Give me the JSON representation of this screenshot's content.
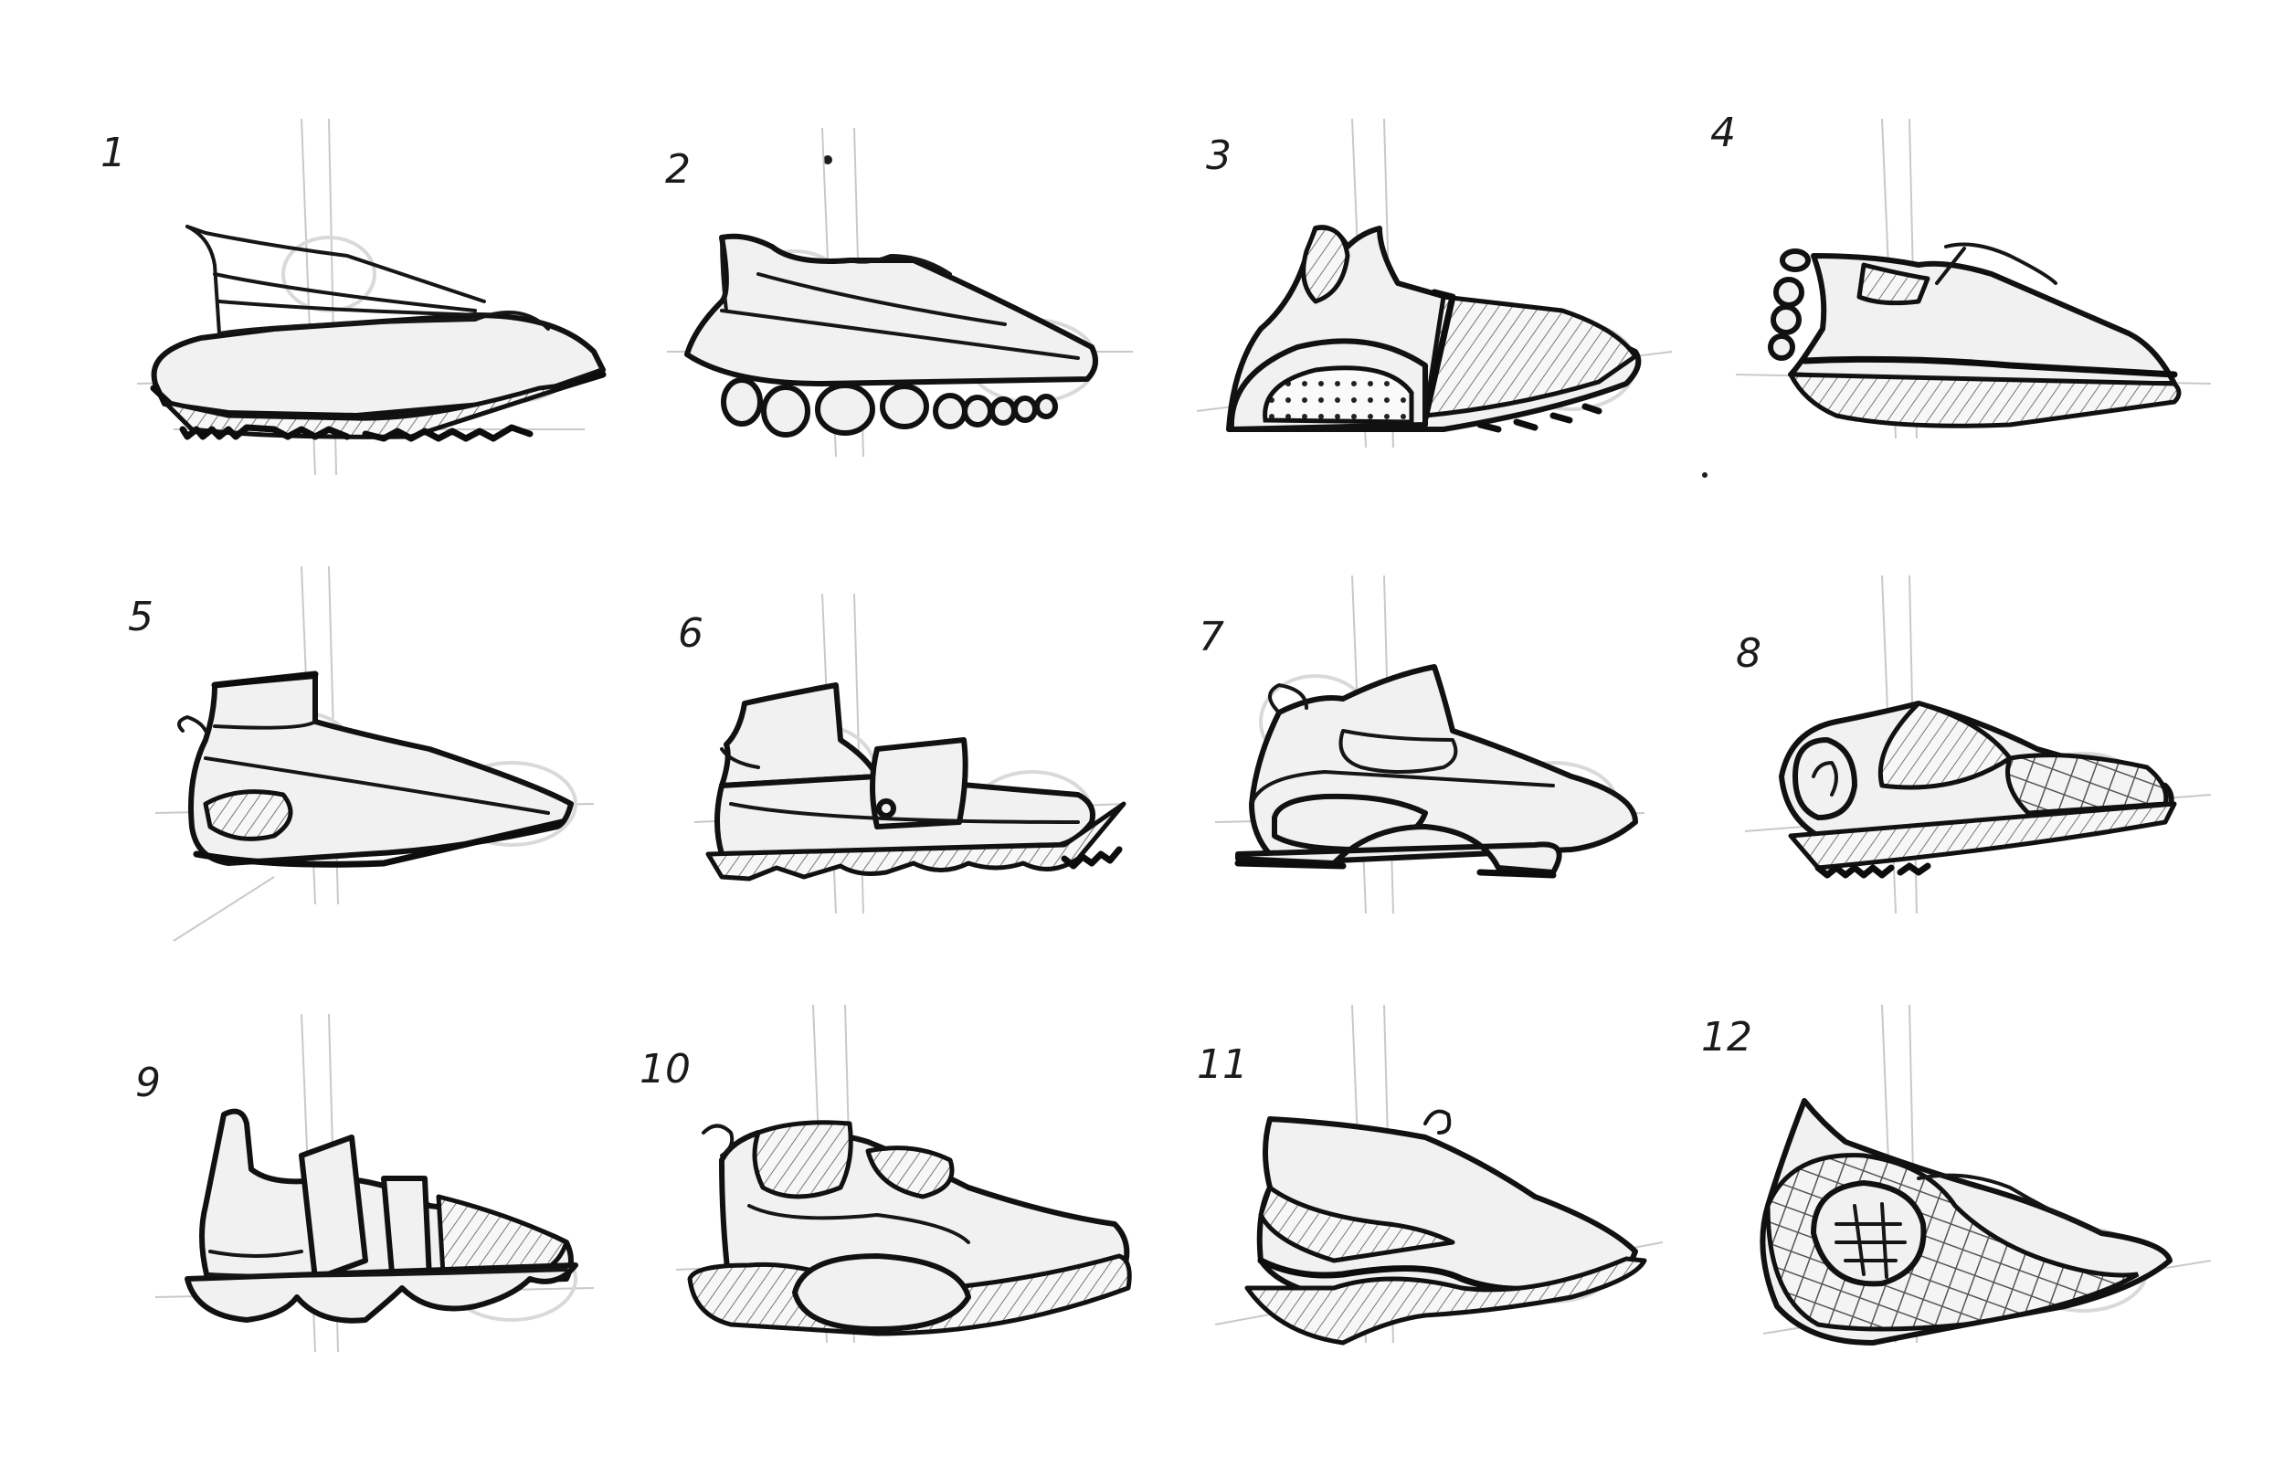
{
  "sketches": [
    {
      "number": "1",
      "icon": "low-runner-tread-sole"
    },
    {
      "number": "2",
      "icon": "runner-pebble-outsole"
    },
    {
      "number": "3",
      "icon": "strap-runner-perforated-heel"
    },
    {
      "number": "4",
      "icon": "knit-runner-carbon-plate"
    },
    {
      "number": "5",
      "icon": "sock-knit-runner"
    },
    {
      "number": "6",
      "icon": "mid-strap-lug-sole"
    },
    {
      "number": "7",
      "icon": "chunky-bubble-sole"
    },
    {
      "number": "8",
      "icon": "knit-mesh-trail"
    },
    {
      "number": "9",
      "icon": "double-strap-trainer"
    },
    {
      "number": "10",
      "icon": "sock-collar-bubble"
    },
    {
      "number": "11",
      "icon": "slip-on-wave-sole"
    },
    {
      "number": "12",
      "icon": "textured-heel-trail"
    }
  ]
}
